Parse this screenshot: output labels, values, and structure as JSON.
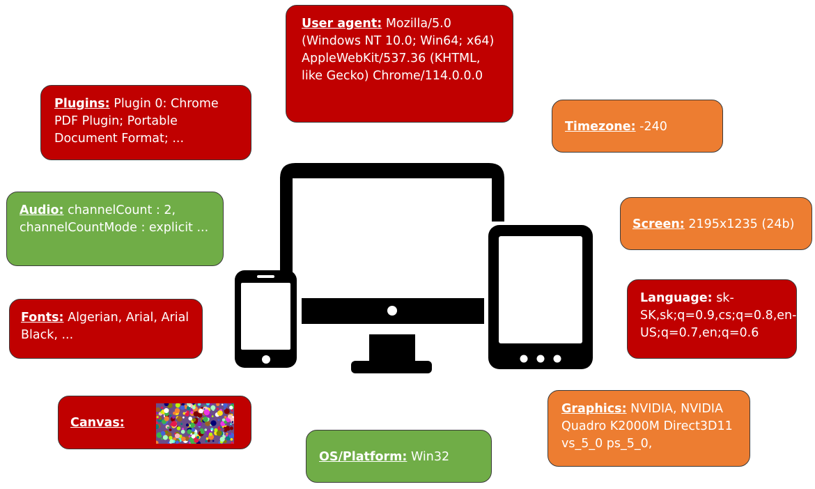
{
  "boxes": {
    "user_agent": {
      "label": "User agent:",
      "value": "Mozilla/5.0 (Windows NT 10.0; Win64; x64) AppleWebKit/537.36 (KHTML, like Gecko) Chrome/114.0.0.0"
    },
    "plugins": {
      "label": "Plugins:",
      "value": "Plugin 0: Chrome PDF Plugin; Portable Document Format; ..."
    },
    "timezone": {
      "label": "Timezone:",
      "value": "-240"
    },
    "audio": {
      "label": "Audio:",
      "value": "channelCount : 2, channelCountMode : explicit ..."
    },
    "screen": {
      "label": "Screen:",
      "value": "2195x1235 (24b)"
    },
    "fonts": {
      "label": "Fonts:",
      "value": "Algerian, Arial, Arial Black, ..."
    },
    "language": {
      "label": "Language:",
      "value": "sk-SK,sk;q=0.9,cs;q=0.8,en-US;q=0.7,en;q=0.6"
    },
    "canvas": {
      "label": "Canvas:"
    },
    "os_platform": {
      "label": "OS/Platform:",
      "value": "Win32"
    },
    "graphics": {
      "label": "Graphics:",
      "value": "NVIDIA, NVIDIA Quadro K2000M Direct3D11 vs_5_0 ps_5_0,"
    }
  },
  "colors": {
    "red": "#c00000",
    "green": "#70ad47",
    "orange": "#ed7d31",
    "device": "#000000"
  },
  "icons": {
    "devices": "monitor-tablet-phone-icon",
    "canvas": "canvas-fingerprint-noise-icon"
  }
}
